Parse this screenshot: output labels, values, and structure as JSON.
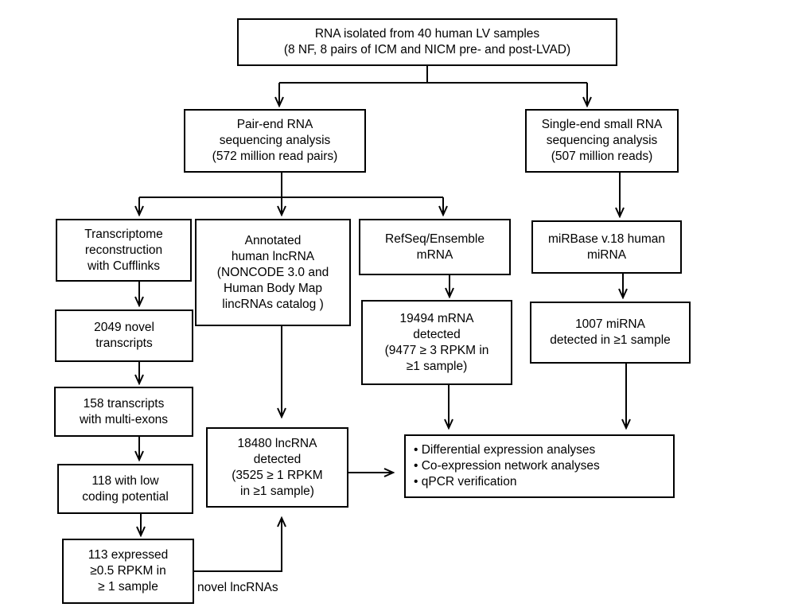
{
  "nodes": {
    "source": {
      "lines": [
        "RNA isolated from 40 human LV samples",
        "(8 NF, 8 pairs of ICM and NICM pre- and post-LVAD)"
      ]
    },
    "paired_seq": {
      "lines": [
        "Pair-end RNA",
        "sequencing analysis",
        "(572 million read pairs)"
      ]
    },
    "small_seq": {
      "lines": [
        "Single-end small RNA",
        "sequencing analysis",
        "(507 million reads)"
      ]
    },
    "transcriptome": {
      "lines": [
        "Transcriptome",
        "reconstruction",
        "with Cufflinks"
      ]
    },
    "annotated": {
      "lines": [
        "Annotated",
        "human lncRNA",
        "(NONCODE 3.0 and",
        "Human Body Map",
        "lincRNAs catalog )"
      ]
    },
    "refseq": {
      "lines": [
        "RefSeq/Ensemble",
        "mRNA"
      ]
    },
    "mirbase": {
      "lines": [
        "miRBase v.18 human",
        "miRNA"
      ]
    },
    "novel_2049": {
      "lines": [
        "2049 novel",
        "transcripts"
      ]
    },
    "mrna_detected": {
      "lines": [
        "19494 mRNA",
        "detected",
        "(9477 ≥ 3 RPKM in",
        "≥1 sample)"
      ]
    },
    "mirna_detected": {
      "lines": [
        "1007 miRNA",
        "detected in ≥1 sample"
      ]
    },
    "multi_exon": {
      "lines": [
        "158 transcripts",
        "with multi-exons"
      ]
    },
    "low_coding": {
      "lines": [
        "118 with low",
        "coding potential"
      ]
    },
    "expressed": {
      "lines": [
        "113 expressed",
        "≥0.5 RPKM in",
        "≥ 1 sample"
      ]
    },
    "lncrna_detected": {
      "lines": [
        "18480 lncRNA",
        "detected",
        "(3525 ≥ 1 RPKM",
        "in ≥1 sample)"
      ]
    },
    "analyses": {
      "lines": [
        "• Differential expression analyses",
        "• Co-expression network analyses",
        "• qPCR verification"
      ]
    }
  },
  "edge_labels": {
    "novel_lncrnas": "novel lncRNAs"
  }
}
